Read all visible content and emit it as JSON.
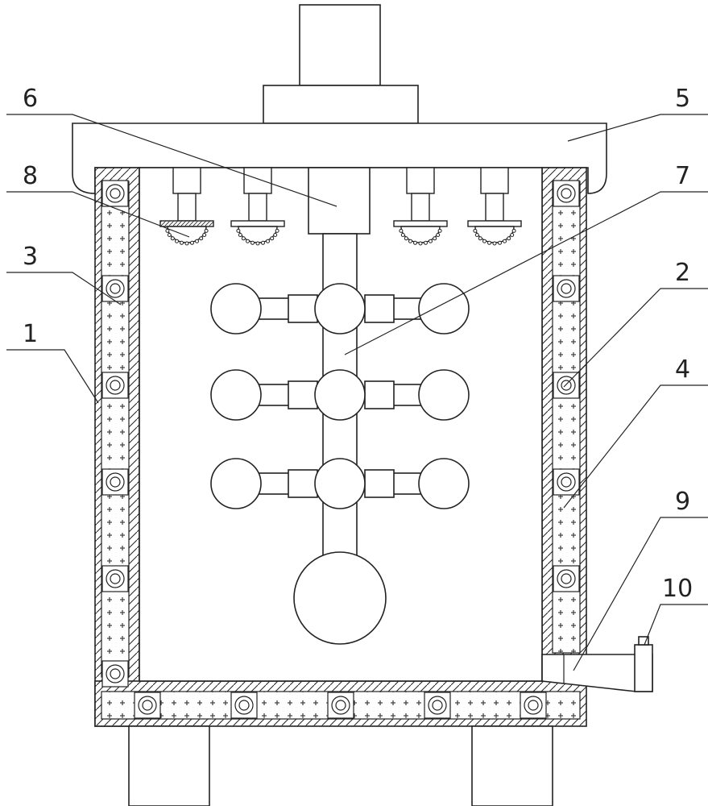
{
  "figure": {
    "labels": [
      {
        "id": "1",
        "text": "1"
      },
      {
        "id": "2",
        "text": "2"
      },
      {
        "id": "3",
        "text": "3"
      },
      {
        "id": "4",
        "text": "4"
      },
      {
        "id": "5",
        "text": "5"
      },
      {
        "id": "6",
        "text": "6"
      },
      {
        "id": "7",
        "text": "7"
      },
      {
        "id": "8",
        "text": "8"
      },
      {
        "id": "9",
        "text": "9"
      },
      {
        "id": "10",
        "text": "10"
      }
    ]
  },
  "colors": {
    "line": "#222222",
    "background": "#ffffff"
  }
}
